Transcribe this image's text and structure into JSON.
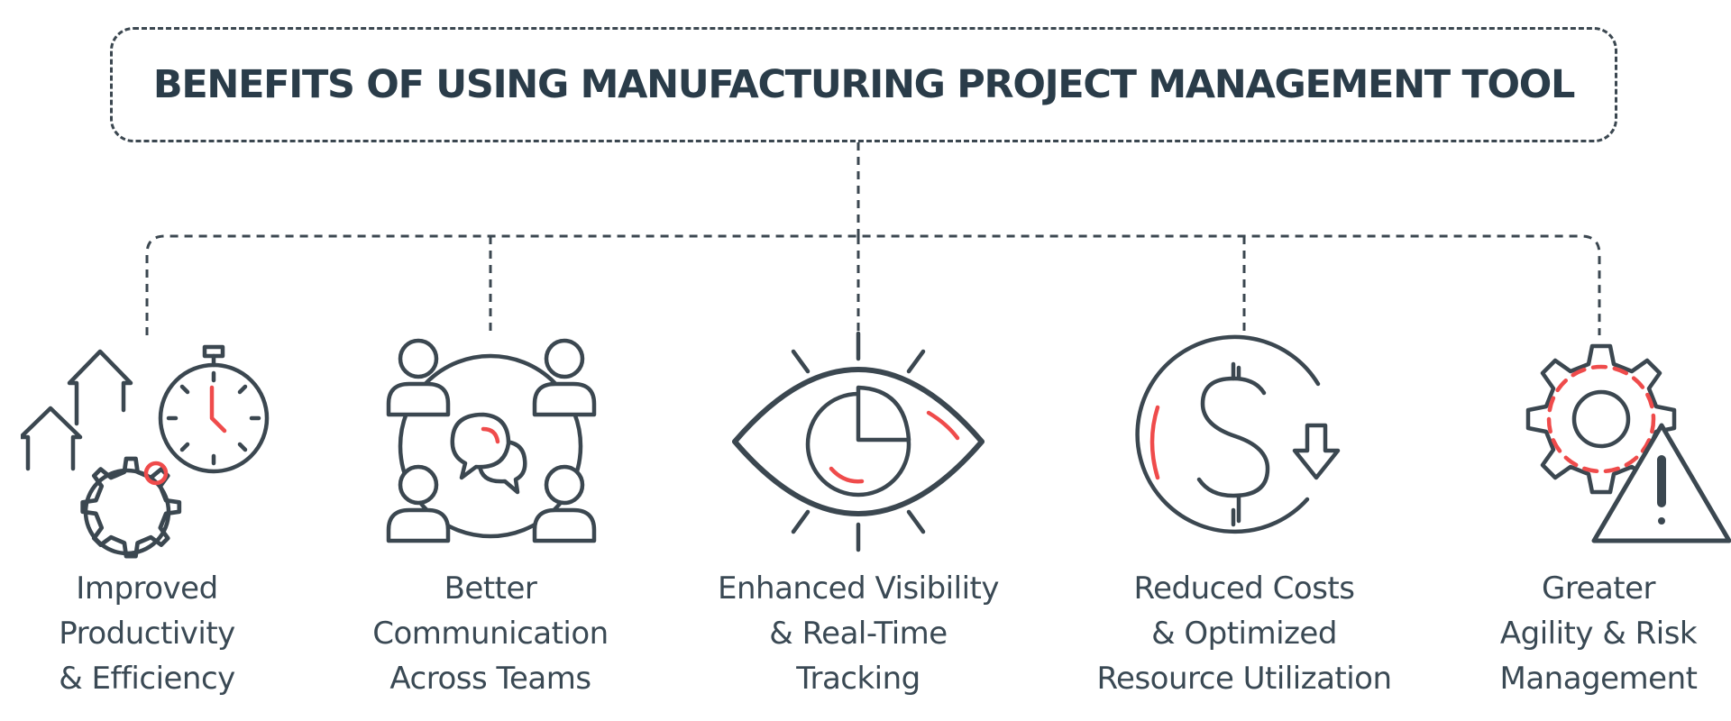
{
  "title": "BENEFITS OF USING MANUFACTURING PROJECT MANAGEMENT TOOL",
  "colors": {
    "stroke": "#3b4750",
    "accent": "#ef4b4b",
    "text": "#3a4954"
  },
  "benefits": [
    {
      "icon": "productivity-gear-stopwatch-icon",
      "lines": [
        "Improved",
        "Productivity",
        "& Efficiency"
      ]
    },
    {
      "icon": "team-communication-icon",
      "lines": [
        "Better",
        "Communication",
        "Across Teams"
      ]
    },
    {
      "icon": "visibility-eye-chart-icon",
      "lines": [
        "Enhanced Visibility",
        "& Real-Time",
        "Tracking"
      ]
    },
    {
      "icon": "reduced-costs-dollar-icon",
      "lines": [
        "Reduced Costs",
        "& Optimized",
        "Resource Utilization"
      ]
    },
    {
      "icon": "agility-risk-gear-warning-icon",
      "lines": [
        "Greater",
        "Agility & Risk",
        "Management"
      ]
    }
  ]
}
